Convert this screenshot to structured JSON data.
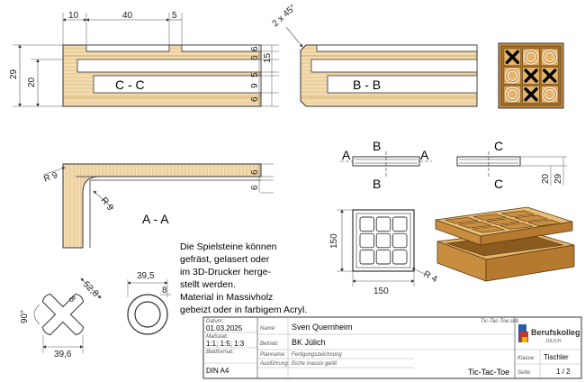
{
  "dims": {
    "top_10": "10",
    "top_40": "40",
    "top_5": "5",
    "left_29": "29",
    "left_20": "20",
    "right_6a": "6",
    "right_6b": "6",
    "right_15": "15",
    "right_5": "5",
    "right_9": "9",
    "right_6c": "6",
    "chamfer": "2 x 45°",
    "aa_r9a": "R 9",
    "aa_r9b": "R 9",
    "aa_6a": "6",
    "aa_6b": "6",
    "cross_52_8": "52,8",
    "cross_8": "8",
    "cross_90": "90°",
    "cross_39_6": "39,6",
    "ring_39_5": "39,5",
    "ring_8": "8",
    "tray_150v": "150",
    "tray_150h": "150",
    "tray_r4": "R 4",
    "cc_20": "20",
    "cc_29": "29"
  },
  "sections": {
    "cc": "C - C",
    "bb": "B - B",
    "aa": "A - A",
    "mark_a": "A",
    "mark_b": "B",
    "mark_c": "C"
  },
  "note_lines": [
    "Die Spielsteine können",
    "gefräst, gelasert oder",
    "im 3D-Drucker herge-",
    "stellt werden.",
    "Material in Massivholz",
    "gebeizt oder in farbigem Acryl."
  ],
  "titleblock": {
    "datum_label": "Datum:",
    "datum": "01.03.2025",
    "massstab_label": "Maßstab:",
    "massstab": "1:1; 1:5; 1:3",
    "blattformat_label": "Blattformat:",
    "blattformat": "DIN A4",
    "name_label": "Name:",
    "name": "Sven Quernheim",
    "betrieb_label": "Betrieb:",
    "betrieb": "BK Jülich",
    "planname_label": "Planname:",
    "planname": "Fertigungszeichnung",
    "ausfuehrung_label": "Ausführung:",
    "ausfuehrung": "Eiche massiv geölt",
    "file_name": "Tic-Tac-Toe.skb",
    "title": "Tic-Tac-Toe",
    "logo_main": "Berufskolleg",
    "logo_sub": "JÜLICH",
    "klasse_label": "Klasse:",
    "klasse": "Tischler",
    "seite_label": "Seite:",
    "seite": "1 / 2"
  },
  "colors": {
    "wood_light": "#f1d6a4",
    "wood_mid": "#d7a45d",
    "wood_dark": "#b57a2f",
    "line": "#333333",
    "logo_accent": "#c0392b"
  }
}
